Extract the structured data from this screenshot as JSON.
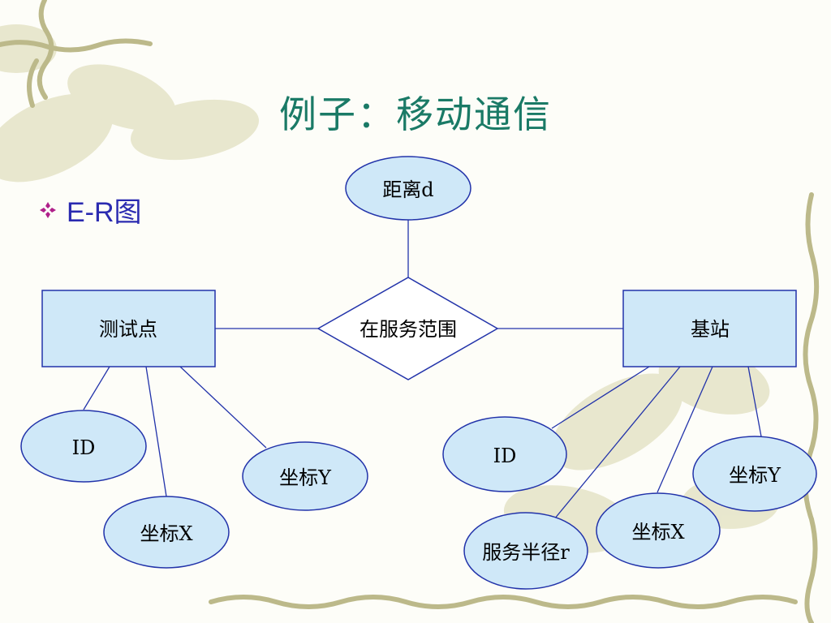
{
  "slide": {
    "title": "例子：移动通信",
    "bullet_text": "E-R图"
  },
  "diagram": {
    "entities": [
      {
        "id": "test-point",
        "label": "测试点"
      },
      {
        "id": "base-station",
        "label": "基站"
      }
    ],
    "relationships": [
      {
        "id": "in-service-range",
        "label": "在服务范围"
      }
    ],
    "attributes": [
      {
        "id": "distance",
        "label": "距离d",
        "of": "in-service-range"
      },
      {
        "id": "tp-id",
        "label": "ID",
        "of": "test-point"
      },
      {
        "id": "tp-x",
        "label": "坐标X",
        "of": "test-point"
      },
      {
        "id": "tp-y",
        "label": "坐标Y",
        "of": "test-point"
      },
      {
        "id": "bs-id",
        "label": "ID",
        "of": "base-station"
      },
      {
        "id": "bs-radius",
        "label": "服务半径r",
        "of": "base-station"
      },
      {
        "id": "bs-x",
        "label": "坐标X",
        "of": "base-station"
      },
      {
        "id": "bs-y",
        "label": "坐标Y",
        "of": "base-station"
      }
    ],
    "colors": {
      "shape_fill": "#cfe8f8",
      "shape_stroke": "#2233aa",
      "line": "#2233aa",
      "title": "#1a7a66",
      "bullet_text": "#2a2ab0",
      "bullet_icon": "#b0208a",
      "decoration": "#c9c79a"
    }
  }
}
